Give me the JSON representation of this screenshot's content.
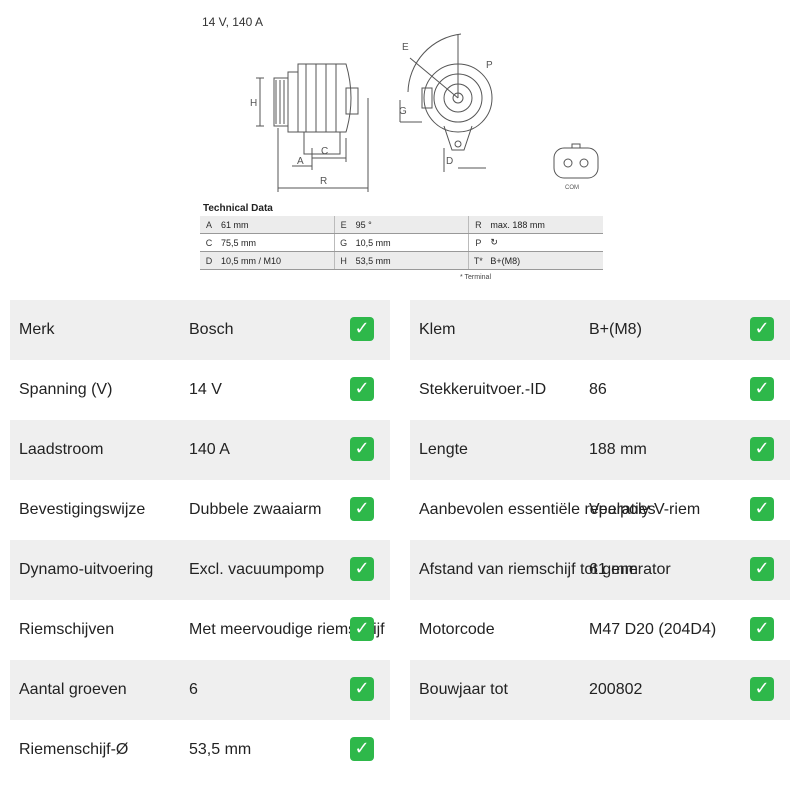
{
  "drawing": {
    "voltage_current": "14 V, 140 A",
    "dimension_letters": [
      "H",
      "A",
      "C",
      "R",
      "E",
      "P",
      "G",
      "D"
    ],
    "connector_label": "COM"
  },
  "technical_data": {
    "title": "Technical Data",
    "rows": [
      [
        {
          "k": "A",
          "v": "61 mm"
        },
        {
          "k": "E",
          "v": "95 °"
        },
        {
          "k": "R",
          "v": "max. 188 mm"
        }
      ],
      [
        {
          "k": "C",
          "v": "75,5 mm"
        },
        {
          "k": "G",
          "v": "10,5 mm"
        },
        {
          "k": "P",
          "v": "↻"
        }
      ],
      [
        {
          "k": "D",
          "v": "10,5 mm / M10"
        },
        {
          "k": "H",
          "v": "53,5 mm"
        },
        {
          "k": "T*",
          "v": "B+(M8)"
        }
      ]
    ],
    "footnote": "* Terminal"
  },
  "left_specs": [
    {
      "label": "Merk",
      "value": "Bosch"
    },
    {
      "label": "Spanning (V)",
      "value": "14 V"
    },
    {
      "label": "Laadstroom",
      "value": "140 A"
    },
    {
      "label": "Bevestigingswijze",
      "value": "Dubbele zwaaiarm"
    },
    {
      "label": "Dynamo-uitvoering",
      "value": "Excl. vacuumpomp"
    },
    {
      "label": "Riemschijven",
      "value": "Met meervoudige riemschijf"
    },
    {
      "label": "Aantal groeven",
      "value": "6"
    },
    {
      "label": "Riemenschijf-Ø",
      "value": "53,5 mm"
    }
  ],
  "right_specs": [
    {
      "label": "Klem",
      "value": "B+(M8)"
    },
    {
      "label": "Stekkeruitvoer.-ID",
      "value": "86"
    },
    {
      "label": "Lengte",
      "value": "188 mm"
    },
    {
      "label": "Aanbevolen essentiële reparaties",
      "value": "Veelpoly V-riem"
    },
    {
      "label": "Afstand van riemschijf tot generator",
      "value": "61 mm"
    },
    {
      "label": "Motorcode",
      "value": "M47 D20 (204D4)"
    },
    {
      "label": "Bouwjaar tot",
      "value": "200802"
    }
  ],
  "check_symbol": "✓",
  "colors": {
    "check": "#2eb84a",
    "row_shade": "#efefef"
  }
}
